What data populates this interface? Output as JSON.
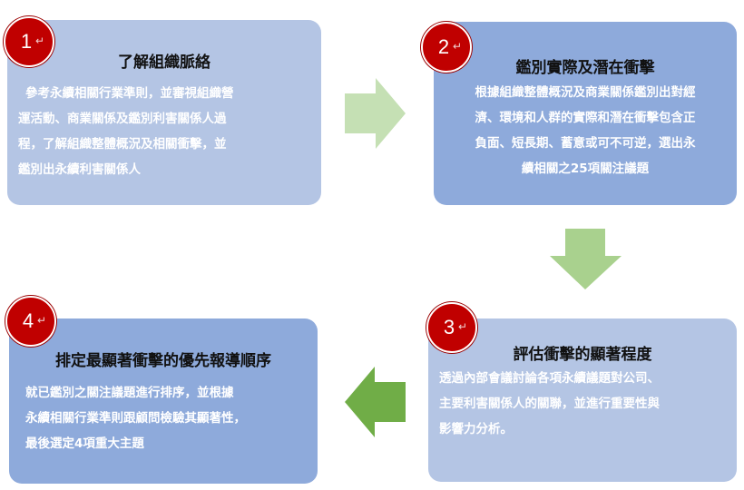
{
  "steps": [
    {
      "number": "1",
      "title": "了解組織脈絡",
      "description_lines": [
        "參考永續相關行業準則，並審視組織營",
        "運活動、商業關係及鑑別利害關係人過",
        "程，了解組織整體概況及相關衝擊，並",
        "鑑別出永續利害關係人"
      ]
    },
    {
      "number": "2",
      "title": "鑑別實際及潛在衝擊",
      "description_lines": [
        "根據組織整體概況及商業關係鑑別出對經",
        "濟、環境和人群的實際和潛在衝擊包含正",
        "負面、短長期、蓄意或可不可逆，選出永",
        "續相關之25項關注議題"
      ]
    },
    {
      "number": "3",
      "title": "評估衝擊的顯著程度",
      "description_lines": [
        "透過內部會議討論各項永續議題對公司、",
        "主要利害關係人的關聯，並進行重要性與",
        "影響力分析。"
      ]
    },
    {
      "number": "4",
      "title": "排定最顯著衝擊的優先報導順序",
      "description_lines": [
        "就已鑑別之關注議題進行排序，並根據",
        "永續相關行業準則跟顧問檢驗其顯著性，",
        "最後選定4項重大主題"
      ]
    }
  ],
  "badge_return_glyph": "↵",
  "colors": {
    "box_light": "#b4c5e4",
    "box_dark": "#8eaadb",
    "badge": "#c00000",
    "arrow_right": "#c5e0b4",
    "arrow_down": "#a9d18e",
    "arrow_left": "#70ad47"
  },
  "icons": {
    "arrow_1_to_2": "arrow-right-icon",
    "arrow_2_to_3": "arrow-down-icon",
    "arrow_3_to_4": "arrow-left-icon"
  }
}
